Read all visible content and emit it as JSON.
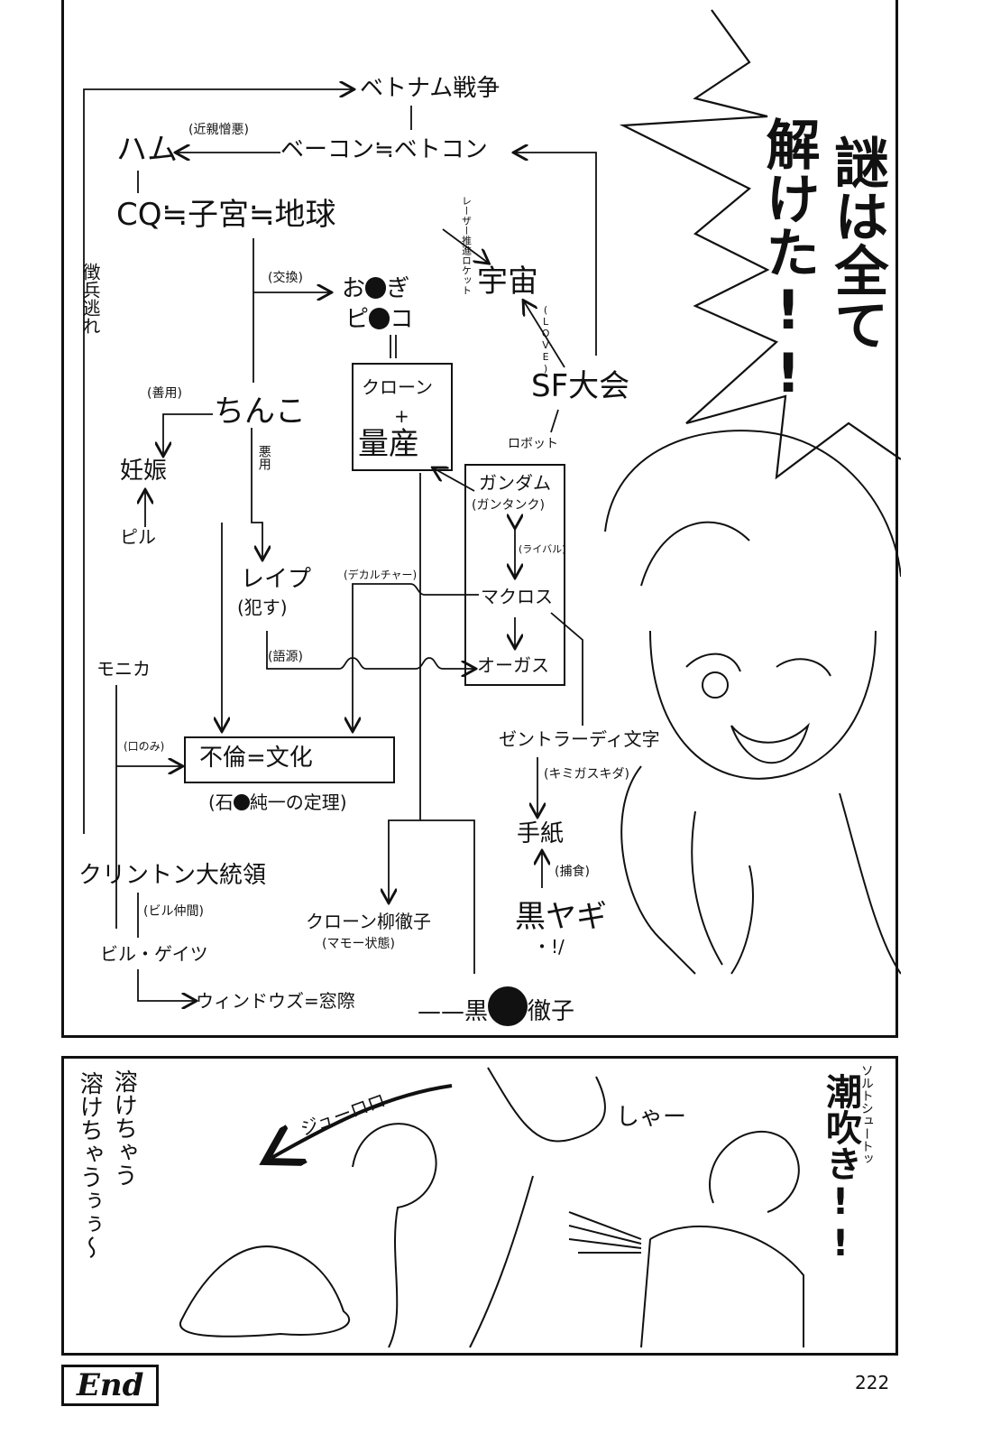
{
  "map": {
    "vietnam_war": "ベトナム戦争",
    "ham": "ハム",
    "incest_label": "(近親憎悪)",
    "bacon": "ベーコン≒ベトコン",
    "cq": "CQ≒子宮≒地球",
    "laser_label": "レーザー推進ロケット",
    "draft_dodge": "徴兵逃れ",
    "exchange_label": "(交換)",
    "ogi_pre": "お",
    "ogi_post": "ぎ",
    "piko_pre": "ピ",
    "piko_post": "コ",
    "space": "宇宙",
    "love_label": "(LOVE)",
    "good_use_label": "(善用)",
    "chinko": "ちんこ",
    "clone_top": "クローン",
    "plus": "+",
    "mass_production": "量産",
    "sf_convention": "SF大会",
    "pregnancy": "妊娠",
    "bad_use_label": "悪用",
    "robot": "ロボット",
    "gundam": "ガンダム",
    "guntank": "(ガンタンク)",
    "pill": "ピル",
    "rival_label": "(ライバル)",
    "rape": "レイプ",
    "rape_sub": "(犯す)",
    "deculture_label": "(デカルチャー)",
    "macross": "マクロス",
    "etymology_label": "(語源)",
    "orguss": "オーガス",
    "monica": "モニカ",
    "mouth_label": "(口のみ)",
    "zentradi": "ゼントラーディ文字",
    "affair_culture": "不倫=文化",
    "ishi_theorem_pre": "(石",
    "ishi_theorem_post": "純一の定理)",
    "kimigasukida": "(キミガスキダ)",
    "letter": "手紙",
    "predation_label": "(捕食)",
    "clinton": "クリントン大統領",
    "bill_link_label": "(ビル仲間)",
    "clone_tetsuko": "クローン柳徹子",
    "clone_tetsuko_sub": "(マモー状態)",
    "black_goat": "黒ヤギ",
    "black_goat_mark": "・!/",
    "bill_gates": "ビル・ゲイツ",
    "windows": "ウィンドウズ=窓際",
    "kuro_pre": "——黒",
    "kuro_post": "徹子"
  },
  "shout": {
    "line1": "謎は全て",
    "line2": "解けた!!"
  },
  "bottom": {
    "melting": "溶けちゃう",
    "melting2": "溶けちゃうぅぅ〜",
    "juurooo": "ジューロロ",
    "shaa": "しゃー",
    "salt_shoot": "ソルトシュートッ",
    "shiofuki": "潮吹き!!"
  },
  "footer": {
    "end": "End",
    "page": "222"
  }
}
